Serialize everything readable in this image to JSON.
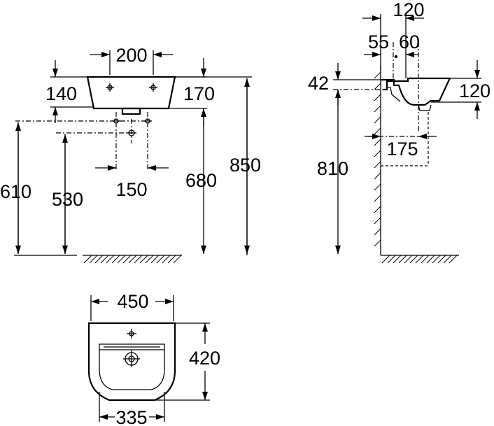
{
  "front_view": {
    "width_holes": "200",
    "left_depth": "140",
    "right_depth": "170",
    "height_total": "850",
    "height_trap": "610",
    "height_supply": "530",
    "height_rim": "680",
    "supply_spacing": "150"
  },
  "side_view": {
    "top_overall": "120",
    "top_left": "55",
    "top_right": "60",
    "rim_offset": "42",
    "bowl_depth": "120",
    "floor_height": "810",
    "projection": "175"
  },
  "plan_view": {
    "outer_width": "450",
    "depth": "420",
    "inner_width": "335"
  }
}
